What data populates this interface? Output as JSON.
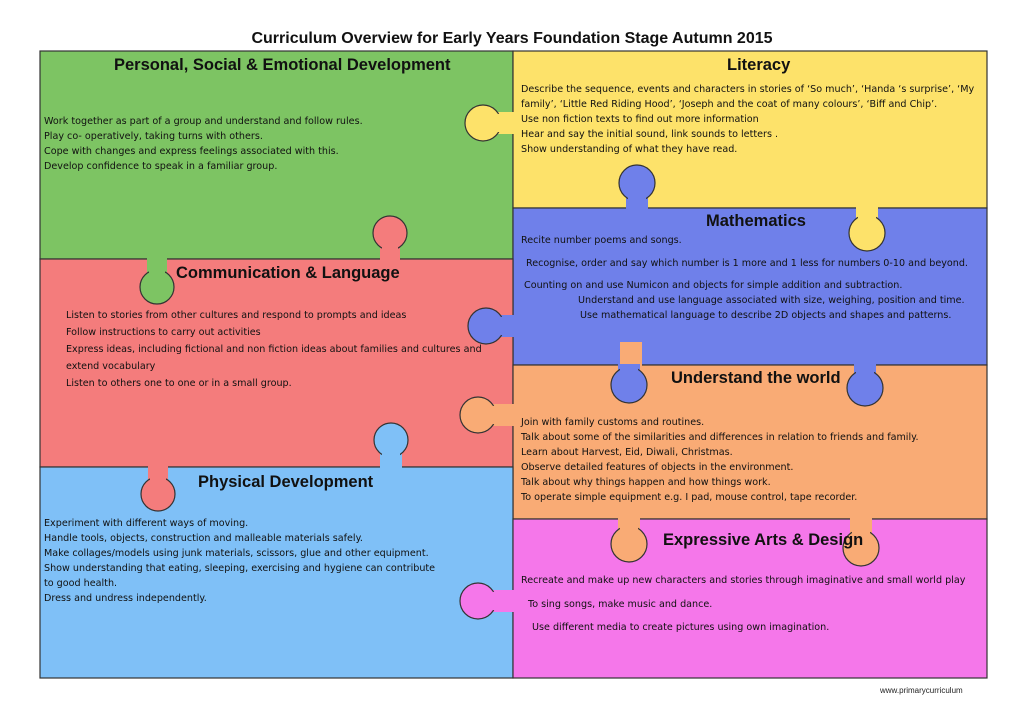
{
  "title": "Curriculum Overview for Early Years Foundation Stage Autumn 2015",
  "footer": "www.primarycurriculum",
  "colors": {
    "pse": "#7dc463",
    "literacy": "#fde26a",
    "maths": "#6f80ea",
    "communication": "#f47c7c",
    "world": "#f9ab75",
    "physical": "#7fc0f7",
    "arts": "#f577ea"
  },
  "sections": {
    "pse": {
      "heading": "Personal, Social & Emotional Development",
      "lines": [
        " Work together as part of a group and understand and follow rules.",
        "Play co- operatively, taking turns with others.",
        " Cope with changes and express feelings associated with this.",
        "Develop confidence to speak in a familiar group."
      ]
    },
    "literacy": {
      "heading": "Literacy",
      "lines": [
        "Describe the sequence, events and characters in stories of ‘So much’, ‘Handa ‘s surprise’, ‘My",
        "family’, ‘Little Red Riding Hood’, ‘Joseph and the coat of many colours’, ‘Biff and Chip’.",
        "Use non fiction texts to find out more information",
        "Hear and say the initial sound, link sounds to letters .",
        "Show understanding of what they have read."
      ]
    },
    "maths": {
      "heading": "Mathematics",
      "lines": [
        "Recite number poems and songs.",
        "Recognise, order and say which number is 1 more and 1 less for numbers 0-10 and beyond.",
        "Counting on and use Numicon and objects for simple addition and subtraction.",
        "Understand and use language associated with size, weighing, position and time.",
        "Use mathematical language to describe 2D objects and shapes and patterns."
      ]
    },
    "communication": {
      "heading": "Communication & Language",
      "lines": [
        "Listen to stories from other cultures and respond to prompts and ideas",
        "Follow instructions to carry out activities",
        "Express ideas, including fictional and non fiction ideas about families and cultures and",
        "extend vocabulary",
        "Listen to others one to one or in a small group."
      ]
    },
    "world": {
      "heading": "Understand the world",
      "lines": [
        "Join with family customs and routines.",
        "Talk about some of the similarities and differences in relation to friends and family.",
        " Learn about Harvest, Eid, Diwali, Christmas.",
        "Observe detailed features of objects in the environment.",
        "Talk about why things happen and how things work.",
        "To operate simple equipment e.g. I pad, mouse control, tape recorder."
      ]
    },
    "physical": {
      "heading": "Physical Development",
      "lines": [
        "Experiment with different ways of moving.",
        "Handle tools, objects, construction and malleable materials safely.",
        "Make collages/models using junk materials, scissors, glue and other equipment.",
        "Show understanding that eating, sleeping, exercising and hygiene can contribute",
        "to good health.",
        "Dress and undress independently."
      ]
    },
    "arts": {
      "heading": "Expressive Arts & Design",
      "lines": [
        "Recreate and make up new characters and stories through imaginative and small world play",
        "To sing songs, make music and dance.",
        "Use different media to create pictures using own imagination."
      ]
    }
  }
}
